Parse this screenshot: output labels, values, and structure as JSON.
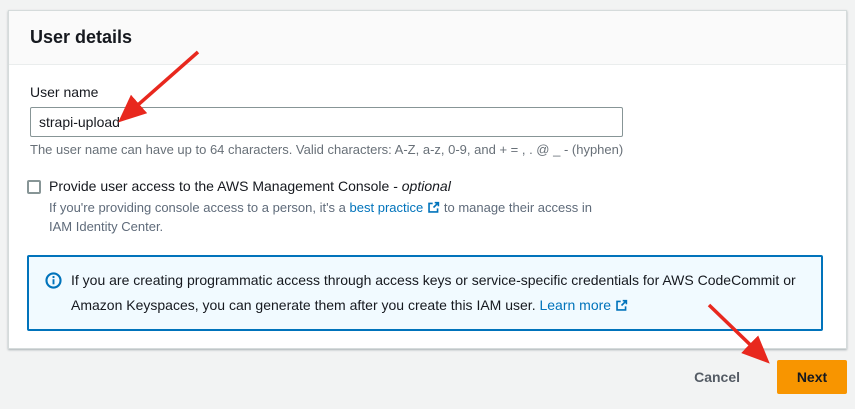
{
  "panel": {
    "title": "User details"
  },
  "form": {
    "username": {
      "label": "User name",
      "value": "strapi-upload",
      "constraint": "The user name can have up to 64 characters. Valid characters: A-Z, a-z, 0-9, and + = , . @ _ - (hyphen)"
    },
    "console_access": {
      "checkbox_checked": false,
      "label": "Provide user access to the AWS Management Console -",
      "optional_suffix": "optional",
      "description_before": "If you're providing console access to a person, it's a",
      "link_label": "best practice",
      "description_after": "to manage their access in IAM Identity Center."
    }
  },
  "info_alert": {
    "icon": "info-icon",
    "text": "If you are creating programmatic access through access keys or service-specific credentials for AWS CodeCommit or Amazon Keyspaces, you can generate them after you create this IAM user.",
    "link_label": "Learn more"
  },
  "actions": {
    "cancel_label": "Cancel",
    "next_label": "Next"
  },
  "colors": {
    "link_blue": "#0073bb",
    "alert_border": "#0073bb",
    "alert_bg": "#f1faff",
    "next_button_orange": "#f89500",
    "next_button_text": "#16191f",
    "annotation_red": "#e8281e",
    "page_bg": "#f2f3f3",
    "header_bg": "#fafafa",
    "text_dark": "#16191f",
    "text_muted": "#687078"
  },
  "annotations": {
    "arrow_to_username_field": "red arrow pointing at user name input",
    "arrow_to_next_button": "red arrow pointing at Next button"
  }
}
